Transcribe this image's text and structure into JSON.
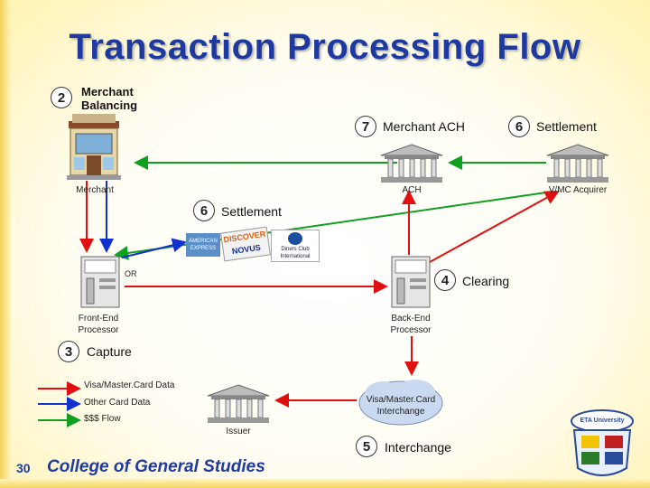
{
  "title": "Transaction Processing Flow",
  "steps": {
    "merchant_balancing": {
      "num": "2",
      "label_line1": "Merchant",
      "label_line2": "Balancing"
    },
    "merchant_ach": {
      "num": "7",
      "label": "Merchant ACH"
    },
    "settlement_top": {
      "num": "6",
      "label": "Settlement"
    },
    "settlement_mid": {
      "num": "6",
      "label": "Settlement"
    },
    "clearing": {
      "num": "4",
      "label": "Clearing"
    },
    "capture": {
      "num": "3",
      "label": "Capture"
    },
    "interchange": {
      "num": "5",
      "label": "Interchange"
    }
  },
  "nodes": {
    "merchant": "Merchant",
    "ach": "ACH",
    "acquirer": "V/MC Acquirer",
    "front_end_line1": "Front-End",
    "front_end_line2": "Processor",
    "back_end_line1": "Back-End",
    "back_end_line2": "Processor",
    "interchange_line1": "Visa/Master.Card",
    "interchange_line2": "Interchange",
    "issuer": "Issuer",
    "or": "OR"
  },
  "legend": {
    "visa_mc": "Visa/Master.Card Data",
    "other": "Other Card Data",
    "flow": "$$$ Flow"
  },
  "cards": {
    "amex": "AMERICAN EXPRESS",
    "discover": "DISCOVER",
    "novus": "NOVUS",
    "diners": "Diners Club International"
  },
  "colors": {
    "visa_mc": "#e01010",
    "other": "#1030d0",
    "flow": "#10a020",
    "title": "#1e3aa0"
  },
  "footer": {
    "page": "30",
    "text": "College of General Studies",
    "logo_text": "ETA University"
  }
}
